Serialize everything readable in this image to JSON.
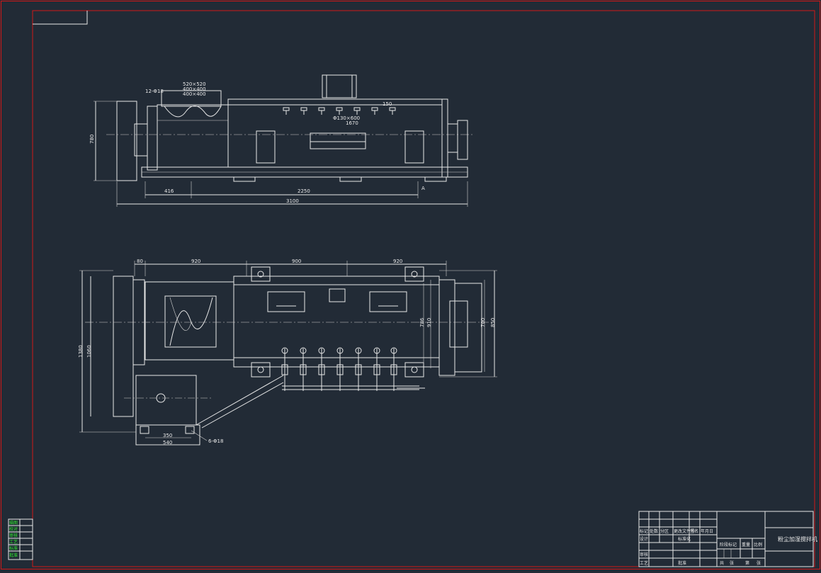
{
  "drawing": {
    "title": "粉尘加湿搅拌机",
    "colors": {
      "background": "#222b36",
      "frame": "#d01818",
      "lines": "#e8e8e8",
      "sidebar_text": "#2ee82e"
    }
  },
  "front_view": {
    "dims": {
      "overall_height": "780",
      "left_offset": "416",
      "center_span": "2250",
      "overall_length": "3100",
      "inlet_labels": [
        "520×520",
        "400×400",
        "400×400"
      ],
      "bolt_label": "12-Φ18",
      "shaft_label": "Φ130×600",
      "bar_label": "1670",
      "small_label": "150",
      "section_mark": "A"
    }
  },
  "top_view": {
    "dims": {
      "left_small": "80",
      "span_left": "920",
      "span_mid": "900",
      "span_right": "920",
      "overall_width": "1380",
      "inner_width": "1060",
      "right_a": "786",
      "right_b": "910",
      "right_c": "700",
      "right_d": "850",
      "motor_base_a": "350",
      "motor_base_b": "540",
      "motor_bolts": "6-Φ18"
    }
  },
  "left_sidebar": {
    "rows": [
      "描图",
      "校对",
      "审核",
      "工艺",
      "标准",
      "批准"
    ]
  },
  "title_block": {
    "row_labels": [
      "标记",
      "处数",
      "分区",
      "更改文件号",
      "签名",
      "年月日"
    ],
    "sign_labels": [
      "设计",
      "审核",
      "工艺"
    ],
    "std_label": "标准化",
    "approve_label": "批准",
    "stage_label": "阶段标记",
    "weight_label": "重量",
    "scale_label": "比例",
    "sheet_label": "共",
    "sheet_of": "张",
    "sheet_num": "第",
    "sheet_unit": "张"
  }
}
